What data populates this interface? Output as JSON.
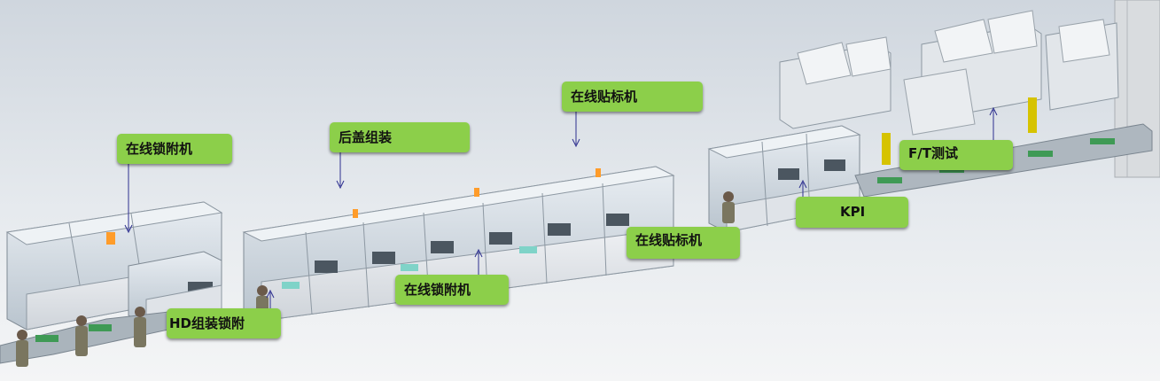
{
  "callouts": {
    "lock_left": "在线锁附机",
    "back_cover": "后盖组装",
    "label_top": "在线贴标机",
    "label_mid": "在线贴标机",
    "lock_mid": "在线锁附机",
    "hd_assembly": "HD组装锁附",
    "kpi": "KPI",
    "ft_test": "F/T测试"
  },
  "colors": {
    "callout_fill": "#8ccf4a",
    "arrow": "#2d2f8f",
    "machine_panel": "#dfe3e8",
    "glass": "#c9d3dc",
    "conveyor_green": "#3f9a55"
  }
}
